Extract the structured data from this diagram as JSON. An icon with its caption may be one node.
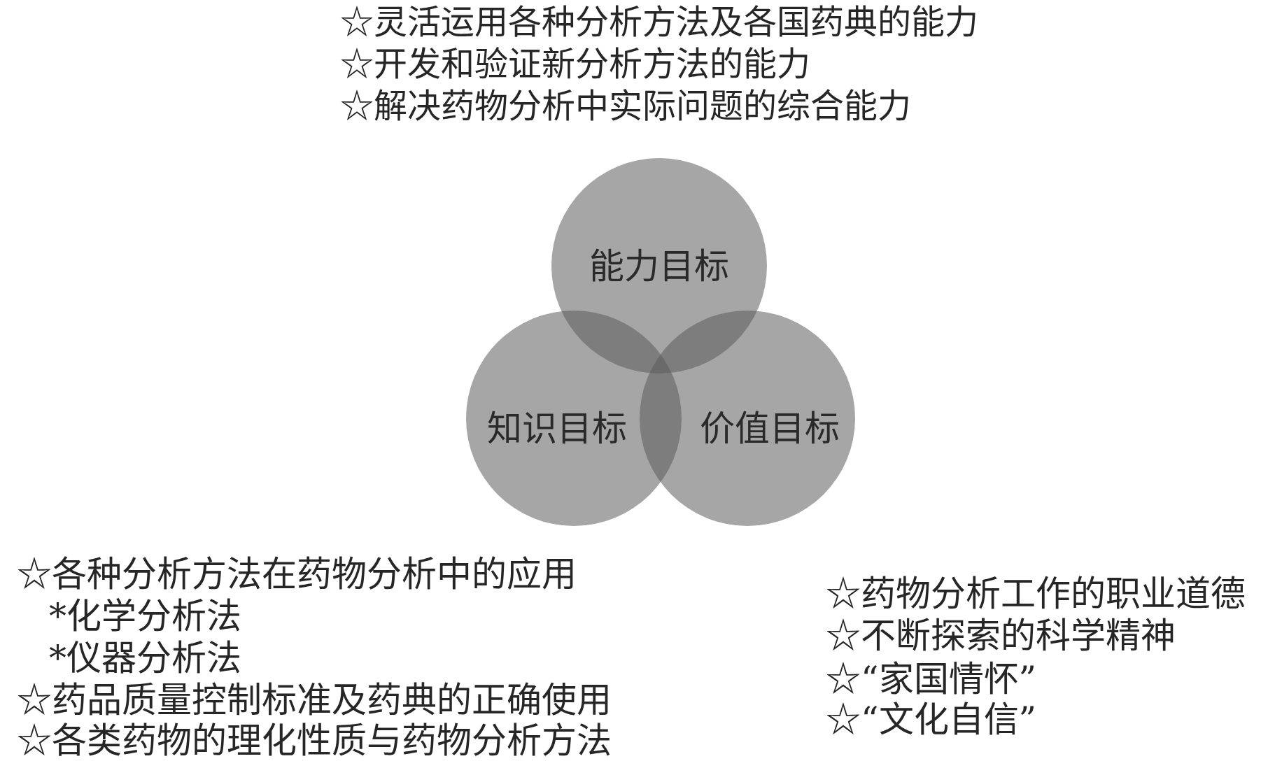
{
  "diagram": {
    "nodes": [
      {
        "text": [
          "能力目标"
        ],
        "beside": [
          "☆灵活运用各种分析方法及各国药典的能力",
          "☆开发和验证新分析方法的能力",
          "☆解决药物分析中实际问题的综合能力"
        ]
      },
      {
        "text": [
          "知识目标"
        ],
        "beside": [
          "☆各种分析方法在药物分析中的应用",
          "*化学分析法",
          "*仪器分析法",
          "☆药品质量控制标准及药典的正确使用",
          "☆各类药物的理化性质与药物分析方法"
        ]
      },
      {
        "text": [
          "价值目标"
        ],
        "beside": [
          "☆药物分析工作的职业道德",
          "☆不断探索的科学精神",
          "☆“家国情怀”",
          "☆“文化自信”"
        ]
      }
    ]
  }
}
